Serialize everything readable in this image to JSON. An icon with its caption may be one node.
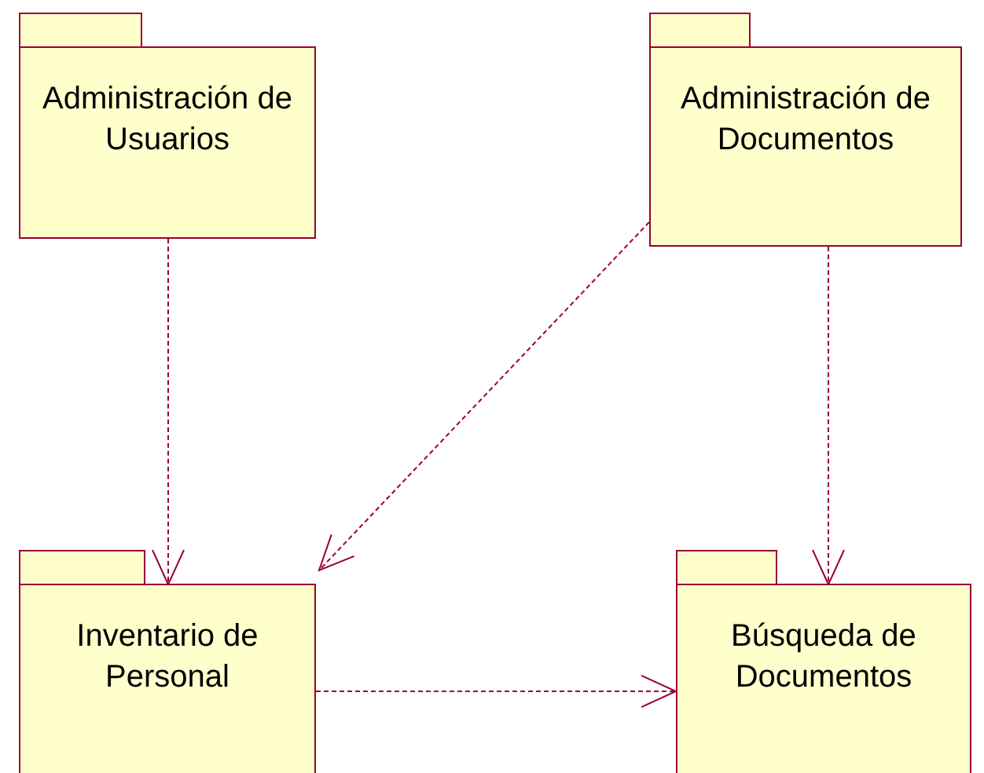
{
  "diagram": {
    "nodes": [
      {
        "text": [
          "Administración de Usuarios"
        ]
      },
      {
        "text": [
          "Administración de Documentos"
        ]
      },
      {
        "text": [
          "Inventario de Personal"
        ]
      },
      {
        "text": [
          "Búsqueda de Documentos"
        ]
      }
    ],
    "edges": [
      {
        "from": 0,
        "to": 2,
        "arrow": "to",
        "style": "dashed"
      },
      {
        "from": 1,
        "to": 2,
        "arrow": "to",
        "style": "dashed"
      },
      {
        "from": 1,
        "to": 3,
        "arrow": "to",
        "style": "dashed"
      },
      {
        "from": 2,
        "to": 3,
        "arrow": "to",
        "style": "dashed"
      }
    ]
  }
}
